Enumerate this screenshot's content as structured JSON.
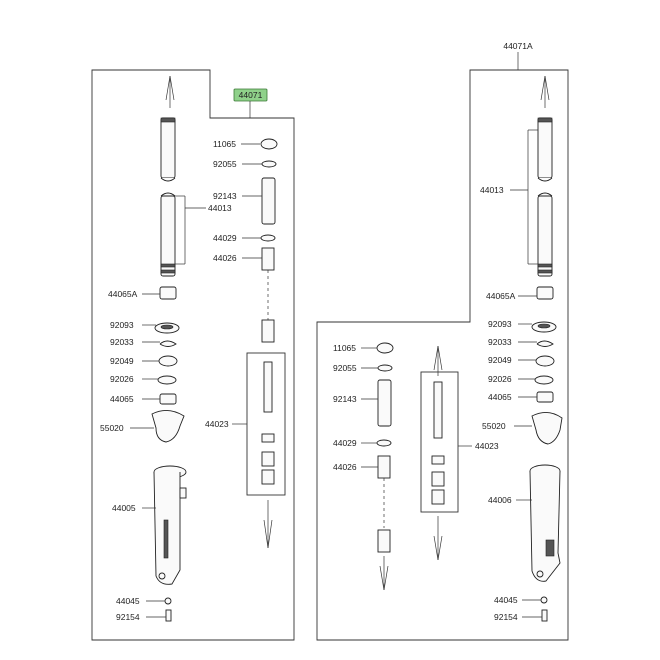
{
  "assemblies": {
    "left_code": "44071",
    "right_code": "44071A"
  },
  "left": {
    "labels": [
      "11065",
      "92055",
      "92143",
      "44029",
      "44026",
      "44013",
      "44065A",
      "92093",
      "92033",
      "92049",
      "92026",
      "44065",
      "55020",
      "44023",
      "44005",
      "44045",
      "92154"
    ]
  },
  "right": {
    "labels": [
      "11065",
      "92055",
      "92143",
      "44029",
      "44026",
      "44023",
      "44013",
      "44065A",
      "92093",
      "92033",
      "92049",
      "92026",
      "44065",
      "55020",
      "44006",
      "44045",
      "92154"
    ]
  },
  "colors": {
    "highlight": "#8fd18a",
    "line": "#333333"
  }
}
